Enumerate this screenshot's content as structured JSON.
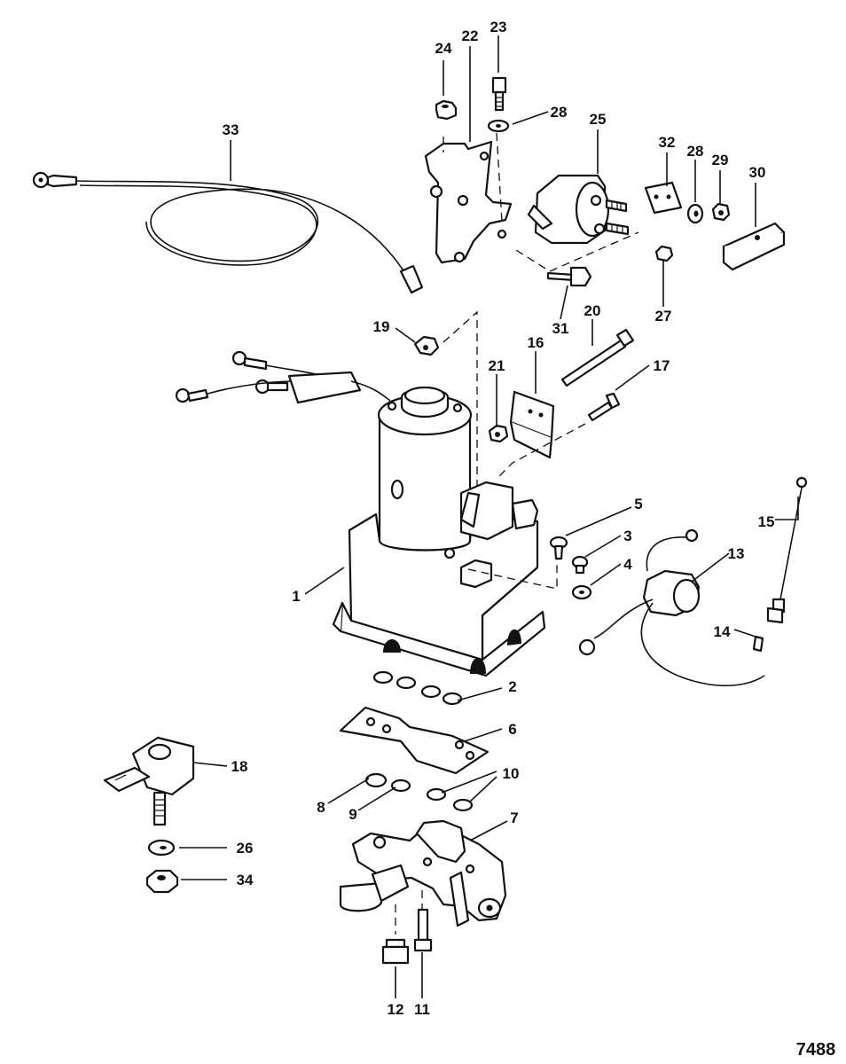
{
  "diagram": {
    "figure_number": "7488",
    "callouts": [
      {
        "id": "c1",
        "text": "1"
      },
      {
        "id": "c2",
        "text": "2"
      },
      {
        "id": "c3",
        "text": "3"
      },
      {
        "id": "c4",
        "text": "4"
      },
      {
        "id": "c5",
        "text": "5"
      },
      {
        "id": "c6",
        "text": "6"
      },
      {
        "id": "c7",
        "text": "7"
      },
      {
        "id": "c8",
        "text": "8"
      },
      {
        "id": "c9",
        "text": "9"
      },
      {
        "id": "c10",
        "text": "10"
      },
      {
        "id": "c11",
        "text": "11"
      },
      {
        "id": "c12",
        "text": "12"
      },
      {
        "id": "c13",
        "text": "13"
      },
      {
        "id": "c14",
        "text": "14"
      },
      {
        "id": "c15",
        "text": "15"
      },
      {
        "id": "c16",
        "text": "16"
      },
      {
        "id": "c17",
        "text": "17"
      },
      {
        "id": "c18",
        "text": "18"
      },
      {
        "id": "c19",
        "text": "19"
      },
      {
        "id": "c20",
        "text": "20"
      },
      {
        "id": "c21",
        "text": "21"
      },
      {
        "id": "c22",
        "text": "22"
      },
      {
        "id": "c23",
        "text": "23"
      },
      {
        "id": "c24",
        "text": "24"
      },
      {
        "id": "c25",
        "text": "25"
      },
      {
        "id": "c26",
        "text": "26"
      },
      {
        "id": "c27",
        "text": "27"
      },
      {
        "id": "c28a",
        "text": "28"
      },
      {
        "id": "c28b",
        "text": "28"
      },
      {
        "id": "c29",
        "text": "29"
      },
      {
        "id": "c30",
        "text": "30"
      },
      {
        "id": "c31",
        "text": "31"
      },
      {
        "id": "c32",
        "text": "32"
      },
      {
        "id": "c33",
        "text": "33"
      },
      {
        "id": "c34",
        "text": "34"
      }
    ]
  }
}
